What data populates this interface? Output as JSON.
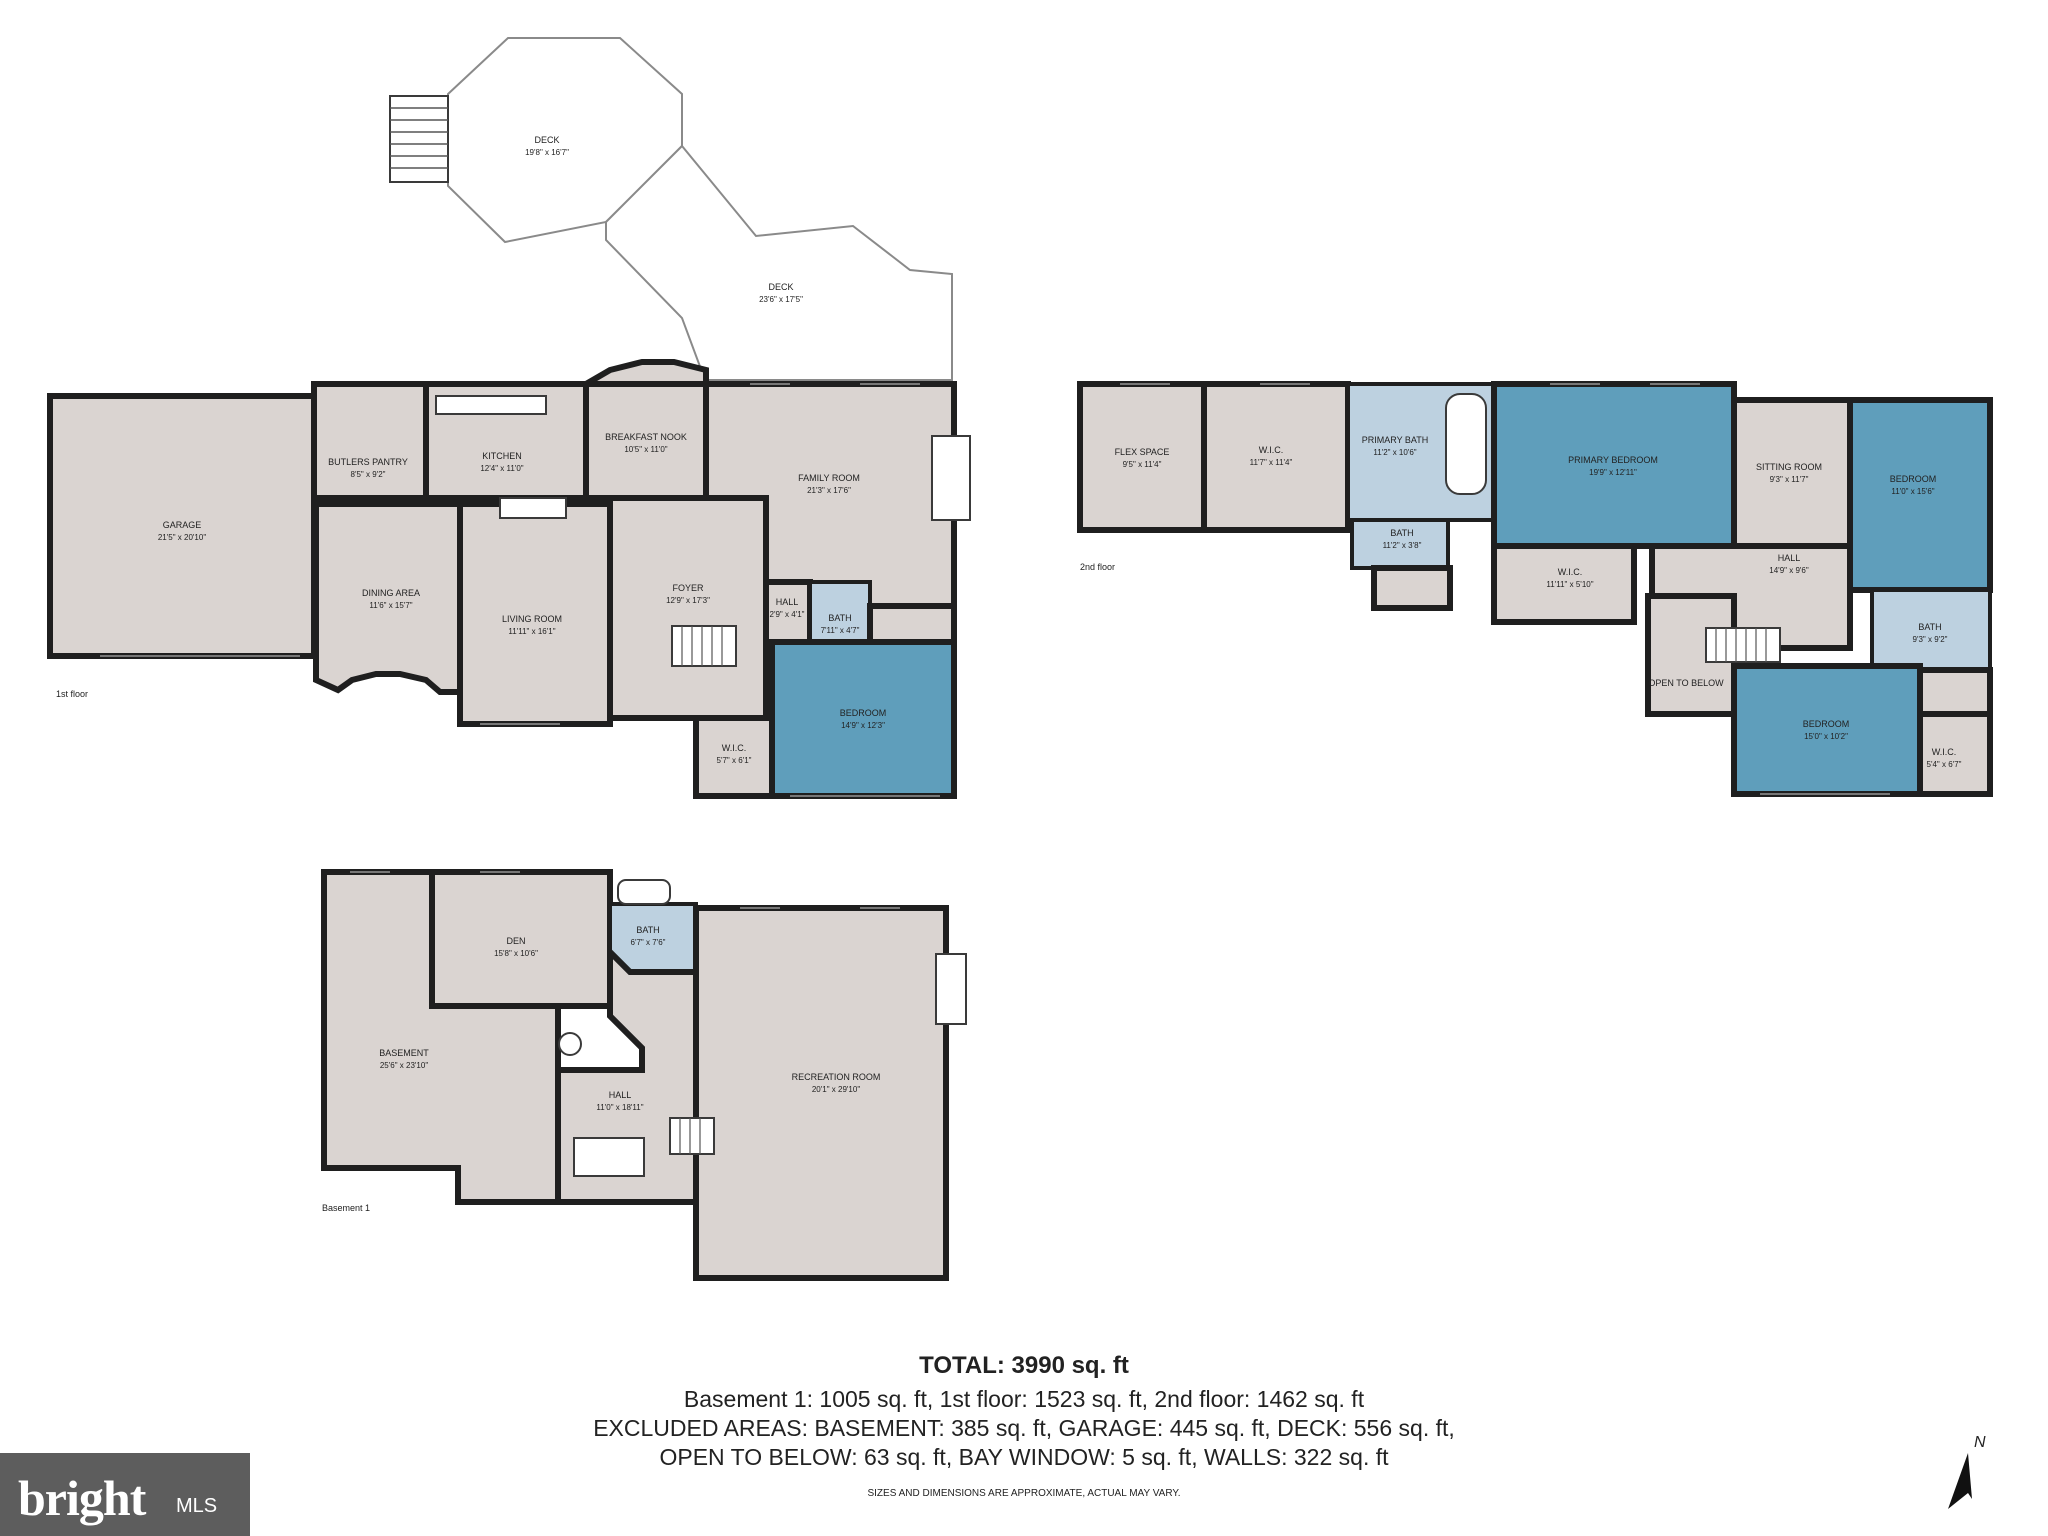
{
  "floors": {
    "first": "1st floor",
    "second": "2nd floor",
    "basement": "Basement 1"
  },
  "rooms": {
    "deck1": {
      "name": "DECK",
      "dim": "19'8\" x 16'7\""
    },
    "deck2": {
      "name": "DECK",
      "dim": "23'6\" x 17'5\""
    },
    "garage": {
      "name": "GARAGE",
      "dim": "21'5\" x 20'10\""
    },
    "butlers": {
      "name": "BUTLERS PANTRY",
      "dim": "8'5\" x 9'2\""
    },
    "kitchen": {
      "name": "KITCHEN",
      "dim": "12'4\" x 11'0\""
    },
    "nook": {
      "name": "BREAKFAST NOOK",
      "dim": "10'5\" x 11'0\""
    },
    "family": {
      "name": "FAMILY ROOM",
      "dim": "21'3\" x 17'6\""
    },
    "dining": {
      "name": "DINING AREA",
      "dim": "11'6\" x 15'7\""
    },
    "living": {
      "name": "LIVING ROOM",
      "dim": "11'11\" x 16'1\""
    },
    "foyer": {
      "name": "FOYER",
      "dim": "12'9\" x 17'3\""
    },
    "hall1": {
      "name": "HALL",
      "dim": "2'9\" x 4'1\""
    },
    "bath1": {
      "name": "BATH",
      "dim": "7'11\" x 4'7\""
    },
    "bedroom1": {
      "name": "BEDROOM",
      "dim": "14'9\" x 12'3\""
    },
    "wic1": {
      "name": "W.I.C.",
      "dim": "5'7\" x 6'1\""
    },
    "flex": {
      "name": "FLEX SPACE",
      "dim": "9'5\" x 11'4\""
    },
    "wic2": {
      "name": "W.I.C.",
      "dim": "11'7\" x 11'4\""
    },
    "pbath": {
      "name": "PRIMARY BATH",
      "dim": "11'2\" x 10'6\""
    },
    "bath2": {
      "name": "BATH",
      "dim": "11'2\" x 3'8\""
    },
    "pbed": {
      "name": "PRIMARY BEDROOM",
      "dim": "19'9\" x 12'11\""
    },
    "wic3": {
      "name": "W.I.C.",
      "dim": "11'11\" x 5'10\""
    },
    "sitting": {
      "name": "SITTING ROOM",
      "dim": "9'3\" x 11'7\""
    },
    "bedroom2": {
      "name": "BEDROOM",
      "dim": "11'0\" x 15'6\""
    },
    "hall2": {
      "name": "HALL",
      "dim": "14'9\" x 9'6\""
    },
    "bath3": {
      "name": "BATH",
      "dim": "9'3\" x 9'2\""
    },
    "open": {
      "name": "OPEN TO BELOW",
      "dim": ""
    },
    "bedroom3": {
      "name": "BEDROOM",
      "dim": "15'0\" x 10'2\""
    },
    "wic4": {
      "name": "W.I.C.",
      "dim": "5'4\" x 6'7\""
    },
    "den": {
      "name": "DEN",
      "dim": "15'8\" x 10'6\""
    },
    "bath4": {
      "name": "BATH",
      "dim": "6'7\" x 7'6\""
    },
    "basement": {
      "name": "BASEMENT",
      "dim": "25'6\" x 23'10\""
    },
    "hall3": {
      "name": "HALL",
      "dim": "11'0\" x 18'11\""
    },
    "rec": {
      "name": "RECREATION ROOM",
      "dim": "20'1\" x 29'10\""
    }
  },
  "summary": {
    "title": "TOTAL: 3990 sq. ft",
    "line1": "Basement 1: 1005 sq. ft, 1st floor: 1523 sq. ft, 2nd floor: 1462 sq. ft",
    "line2": "EXCLUDED AREAS: BASEMENT: 385 sq. ft, GARAGE: 445 sq. ft, DECK: 556 sq. ft,",
    "line3": "OPEN TO BELOW: 63 sq. ft, BAY WINDOW: 5 sq. ft, WALLS: 322 sq. ft",
    "disclaimer": "SIZES AND DIMENSIONS ARE APPROXIMATE, ACTUAL MAY VARY."
  },
  "logo": {
    "brand": "bright",
    "suffix": "MLS"
  },
  "compass": {
    "label": "N"
  },
  "colors": {
    "room": "#dad4d1",
    "bedroom": "#5f9ebb",
    "bath": "#bdd1e0",
    "wall": "#1f1f1f"
  }
}
